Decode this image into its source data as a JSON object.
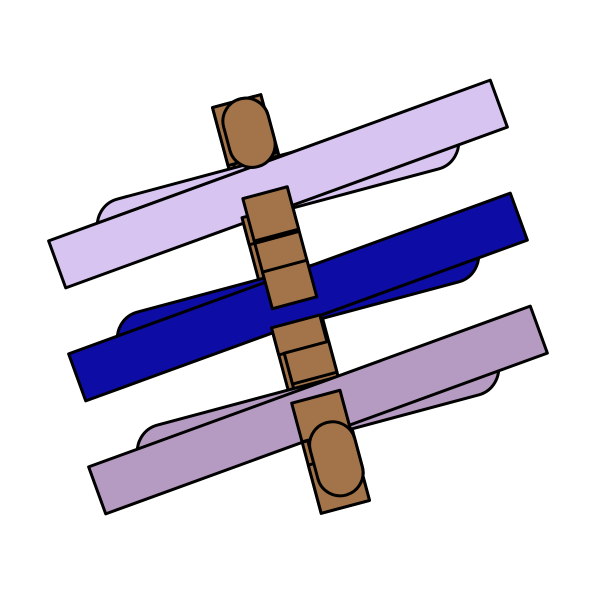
{
  "colors": {
    "background": "#ffffff",
    "outline": "#000000",
    "brown": "#a3744a",
    "lavender": "#d7c4f1",
    "navy": "#0d0da6",
    "mauve": "#b59bc1"
  },
  "shapes": {
    "horizontal_groups": [
      {
        "name": "lavender-group",
        "color": "lavender"
      },
      {
        "name": "navy-group",
        "color": "navy"
      },
      {
        "name": "mauve-group",
        "color": "mauve"
      }
    ],
    "vertical_strips": [
      {
        "name": "back-brown-rounded-strip",
        "color": "brown",
        "rounded": true
      },
      {
        "name": "square-brown-strip",
        "color": "brown",
        "rounded": false
      },
      {
        "name": "front-brown-rounded-strip",
        "color": "brown",
        "rounded": true
      }
    ]
  }
}
